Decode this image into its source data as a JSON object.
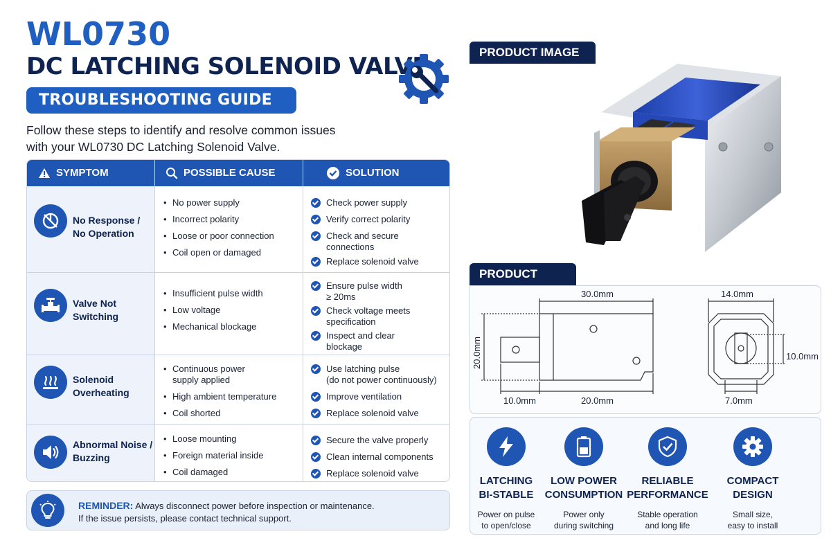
{
  "header": {
    "model": "WL0730",
    "title": "DC LATCHING SOLENOID VALVE",
    "guide_label": "TROUBLESHOOTING GUIDE",
    "intro_line1": "Follow these steps to identify and resolve common issues",
    "intro_line2": "with your WL0730 DC Latching Solenoid Valve."
  },
  "table": {
    "headers": {
      "symptom": "SYMPTOM",
      "cause": "POSSIBLE CAUSE",
      "solution": "SOLUTION"
    },
    "rows": [
      {
        "icon": "no-power-icon",
        "symptom_line1": "No Response /",
        "symptom_line2": "No Operation",
        "causes": [
          "No power supply",
          "Incorrect polarity",
          "Loose or poor connection",
          "Coil open or damaged"
        ],
        "solutions": [
          {
            "line1": "Check power supply"
          },
          {
            "line1": "Verify correct polarity"
          },
          {
            "line1": "Check and secure",
            "line2": "connections"
          },
          {
            "line1": "Replace solenoid valve"
          }
        ]
      },
      {
        "icon": "valve-icon",
        "symptom_line1": "Valve Not",
        "symptom_line2": "Switching",
        "causes": [
          "Insufficient pulse width",
          "Low voltage",
          "Mechanical blockage"
        ],
        "solutions": [
          {
            "line1": "Ensure pulse width",
            "line2": "≥ 20ms"
          },
          {
            "line1": "Check voltage meets",
            "line2": "specification"
          },
          {
            "line1": "Inspect and clear",
            "line2": "blockage"
          }
        ]
      },
      {
        "icon": "heat-icon",
        "symptom_line1": "Solenoid",
        "symptom_line2": "Overheating",
        "causes": [
          {
            "line1": "Continuous power",
            "line2": "supply applied"
          },
          {
            "line1": "High ambient temperature"
          },
          {
            "line1": "Coil shorted"
          }
        ],
        "solutions": [
          {
            "line1": "Use latching pulse",
            "line2": "(do not power continuously)"
          },
          {
            "line1": "Improve ventilation"
          },
          {
            "line1": "Replace solenoid valve"
          }
        ]
      },
      {
        "icon": "speaker-icon",
        "symptom_line1": "Abnormal Noise /",
        "symptom_line2": "Buzzing",
        "causes": [
          "Loose mounting",
          "Foreign material inside",
          "Coil damaged"
        ],
        "solutions": [
          {
            "line1": "Secure the valve properly"
          },
          {
            "line1": "Clean internal components"
          },
          {
            "line1": "Replace solenoid valve"
          }
        ]
      }
    ]
  },
  "reminder": {
    "label": "REMINDER:",
    "line1": "Always disconnect power before inspection or maintenance.",
    "line2": "If the issue persists, please contact technical support."
  },
  "product_image": {
    "heading": "PRODUCT IMAGE"
  },
  "product_size": {
    "heading": "PRODUCT SIZE",
    "length": "30.0mm",
    "height": "20.0mm",
    "shaft_length": "10.0mm",
    "body_length": "20.0mm",
    "width": "14.0mm",
    "side_height": "10.0mm",
    "bottom_width": "7.0mm"
  },
  "features": [
    {
      "icon": "lightning-icon",
      "title1": "LATCHING",
      "title2": "BI-STABLE",
      "desc1": "Power on pulse",
      "desc2": "to open/close"
    },
    {
      "icon": "battery-icon",
      "title1": "LOW POWER",
      "title2": "CONSUMPTION",
      "desc1": "Power only",
      "desc2": "during switching"
    },
    {
      "icon": "shield-check-icon",
      "title1": "RELIABLE",
      "title2": "PERFORMANCE",
      "desc1": "Stable operation",
      "desc2": "and long life"
    },
    {
      "icon": "gear-icon",
      "title1": "COMPACT",
      "title2": "DESIGN",
      "desc1": "Small size,",
      "desc2": "easy to install"
    }
  ],
  "colors": {
    "brand_blue": "#1f55b3",
    "navy": "#0f2350",
    "title_blue": "#1f5fc2"
  }
}
